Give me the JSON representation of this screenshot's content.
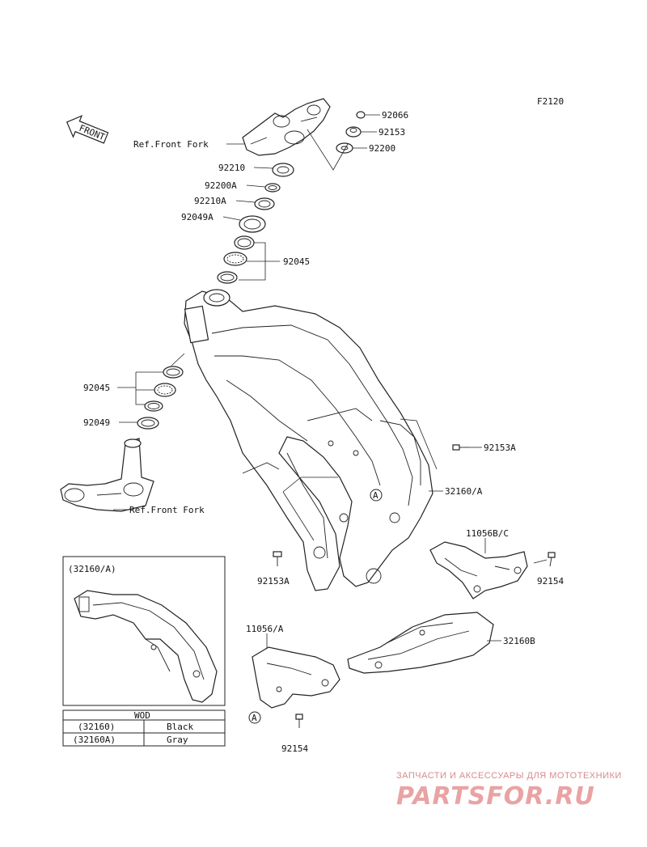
{
  "diagram_code": "F2120",
  "front_label": "FRONT",
  "refs": {
    "upper_fork": "Ref.Front Fork",
    "lower_fork": "Ref.Front Fork"
  },
  "callouts": {
    "p92066": "92066",
    "p92153": "92153",
    "p92200": "92200",
    "p92210": "92210",
    "p92200A": "92200A",
    "p92210A": "92210A",
    "p92049A": "92049A",
    "p92045_upper": "92045",
    "p92045_lower": "92045",
    "p92049": "92049",
    "p92153A_right": "92153A",
    "p32160A": "32160/A",
    "p92153A_left": "92153A",
    "p11056BC": "11056B/C",
    "p92154_right": "92154",
    "p11056A": "11056/A",
    "p32160B": "32160B",
    "p92154_bottom": "92154"
  },
  "markers": {
    "a1": "A",
    "a2": "A"
  },
  "inset": {
    "title": "(32160/A)"
  },
  "color_table": {
    "header": "WOD",
    "rows": [
      {
        "part": "(32160)",
        "color": "Black"
      },
      {
        "part": "(32160A)",
        "color": "Gray"
      }
    ]
  },
  "watermark": {
    "tagline": "ЗАПЧАСТИ И АКСЕССУАРЫ ДЛЯ МОТОТЕХНИКИ",
    "brand": "PARTSFOR.RU"
  }
}
